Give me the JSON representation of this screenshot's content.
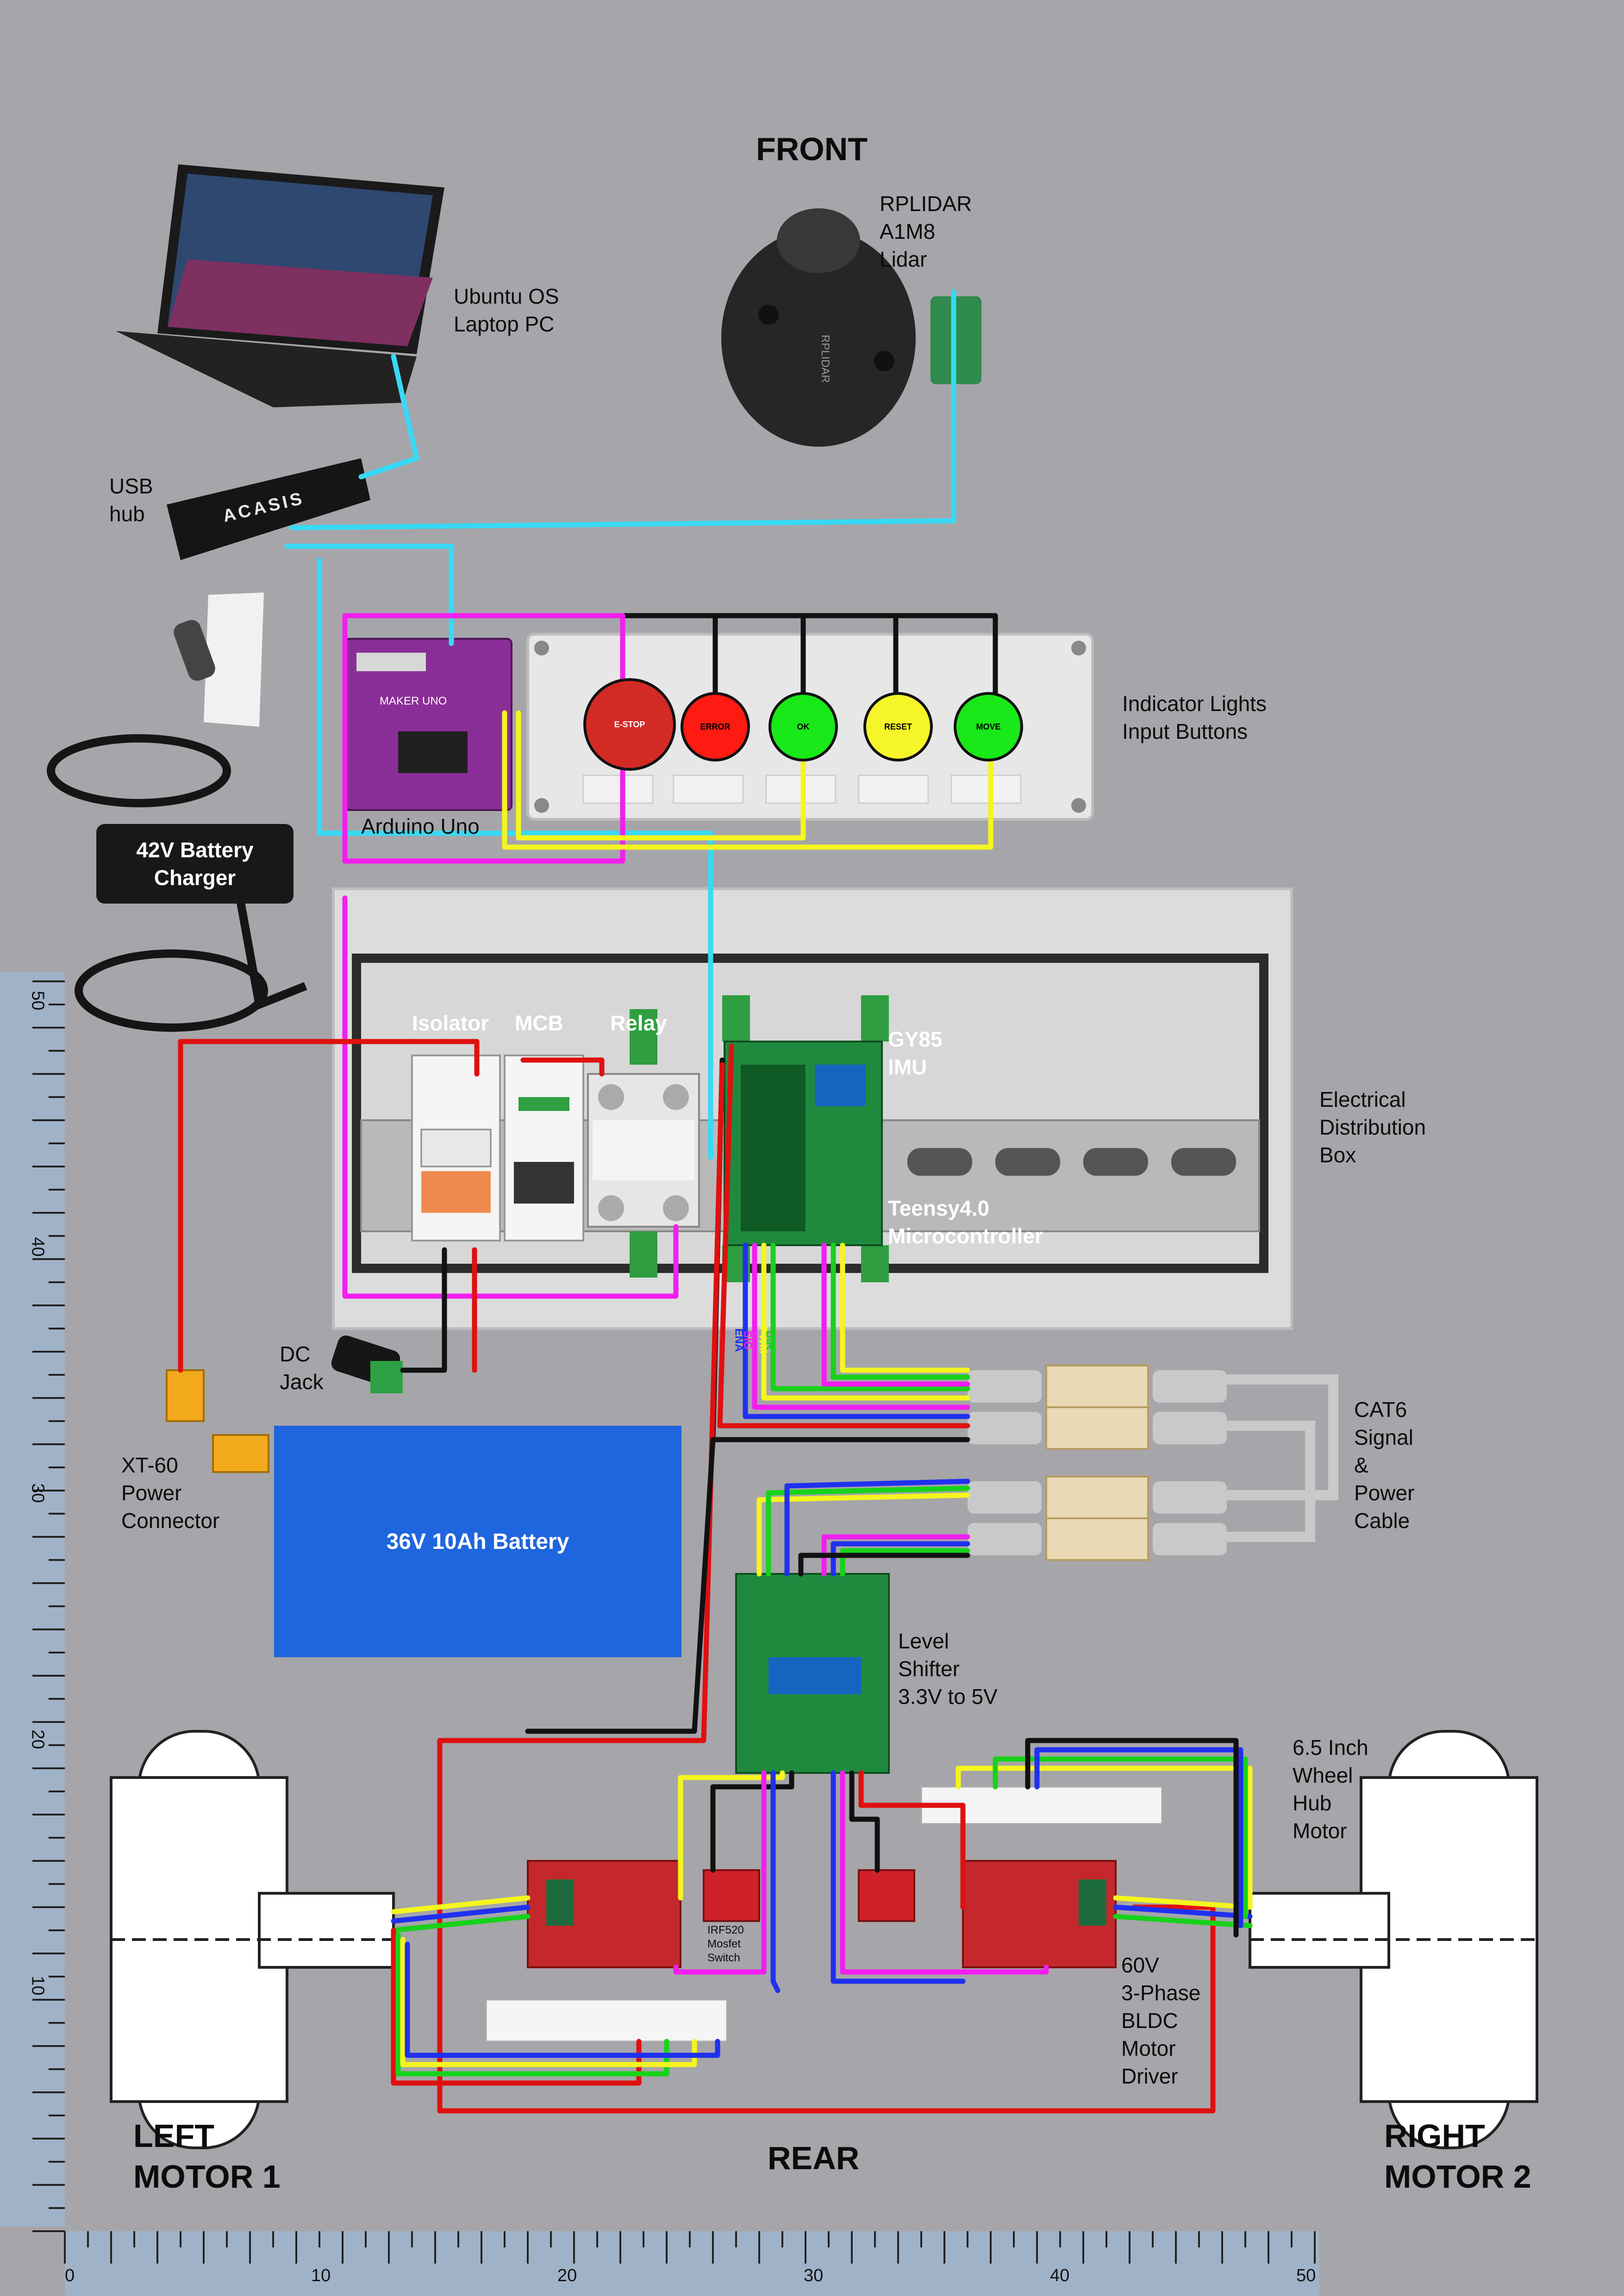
{
  "labels": {
    "front": "FRONT",
    "rear": "REAR",
    "lidar": "RPLIDAR\nA1M8\nLidar",
    "laptop": "Ubuntu OS\nLaptop PC",
    "usb_hub": "USB\nhub",
    "hub_brand": "ACASIS",
    "arduino": "Arduino Uno",
    "indicator": "Indicator Lights\nInput Buttons",
    "charger": "42V Battery\nCharger",
    "isolator": "Isolator",
    "mcb": "MCB",
    "relay": "Relay",
    "imu": "GY85\nIMU",
    "teensy": "Teensy4.0\nMicrocontroller",
    "distribution_box": "Electrical\nDistribution\nBox",
    "dc_jack": "DC\nJack",
    "xt60": "XT-60\nPower\nConnector",
    "battery": "36V 10Ah Battery",
    "cat6": "CAT6\nSignal\n&\nPower\nCable",
    "level_shifter": "Level\nShifter\n3.3V to 5V",
    "wheel": "6.5 Inch\nWheel\nHub\nMotor",
    "mosfet": "IRF520\nMosfet\nSwitch",
    "driver": "60V\n3-Phase\nBLDC\nMotor\nDriver",
    "left_motor": "LEFT\nMOTOR 1",
    "right_motor": "RIGHT\nMOTOR 2",
    "lidar_body": "RPLIDAR",
    "arduino_board": "MAKER UNO"
  },
  "buttons": [
    {
      "label": "E-STOP",
      "color": "#d42a25"
    },
    {
      "label": "ERROR",
      "color": "#ff1a12"
    },
    {
      "label": "OK",
      "color": "#19e819"
    },
    {
      "label": "RESET",
      "color": "#f5f52a"
    },
    {
      "label": "MOVE",
      "color": "#19e819"
    }
  ],
  "signal_labels": [
    "ENA",
    "SIG",
    "PWM",
    "DIR"
  ],
  "ruler_vertical": [
    "50",
    "40",
    "30",
    "20",
    "10"
  ],
  "ruler_horizontal": [
    "0",
    "10",
    "20",
    "30",
    "40",
    "50"
  ],
  "colors": {
    "background": "#a6a5a9",
    "usb_cable": "#38d9f5",
    "power_red": "#e01010",
    "ground_black": "#111111",
    "signal_magenta": "#f21ef0",
    "signal_yellow": "#f5f51f",
    "signal_blue": "#2030f0",
    "signal_green": "#18d21a",
    "battery_blue": "#1f65dd",
    "ruler": "#9fb2c8"
  }
}
